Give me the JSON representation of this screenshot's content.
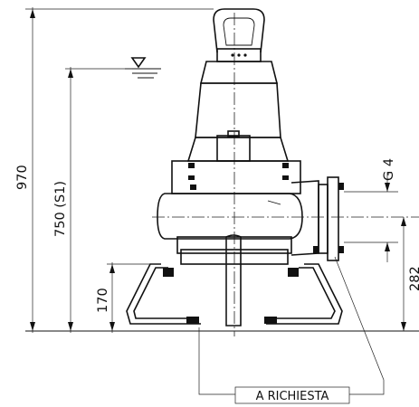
{
  "dimensions": {
    "total_height": "970",
    "water_level": "750 (S1)",
    "base_height": "170",
    "outlet_height": "282",
    "outlet_size": "G 4"
  },
  "callout_label": "A RICHIESTA"
}
